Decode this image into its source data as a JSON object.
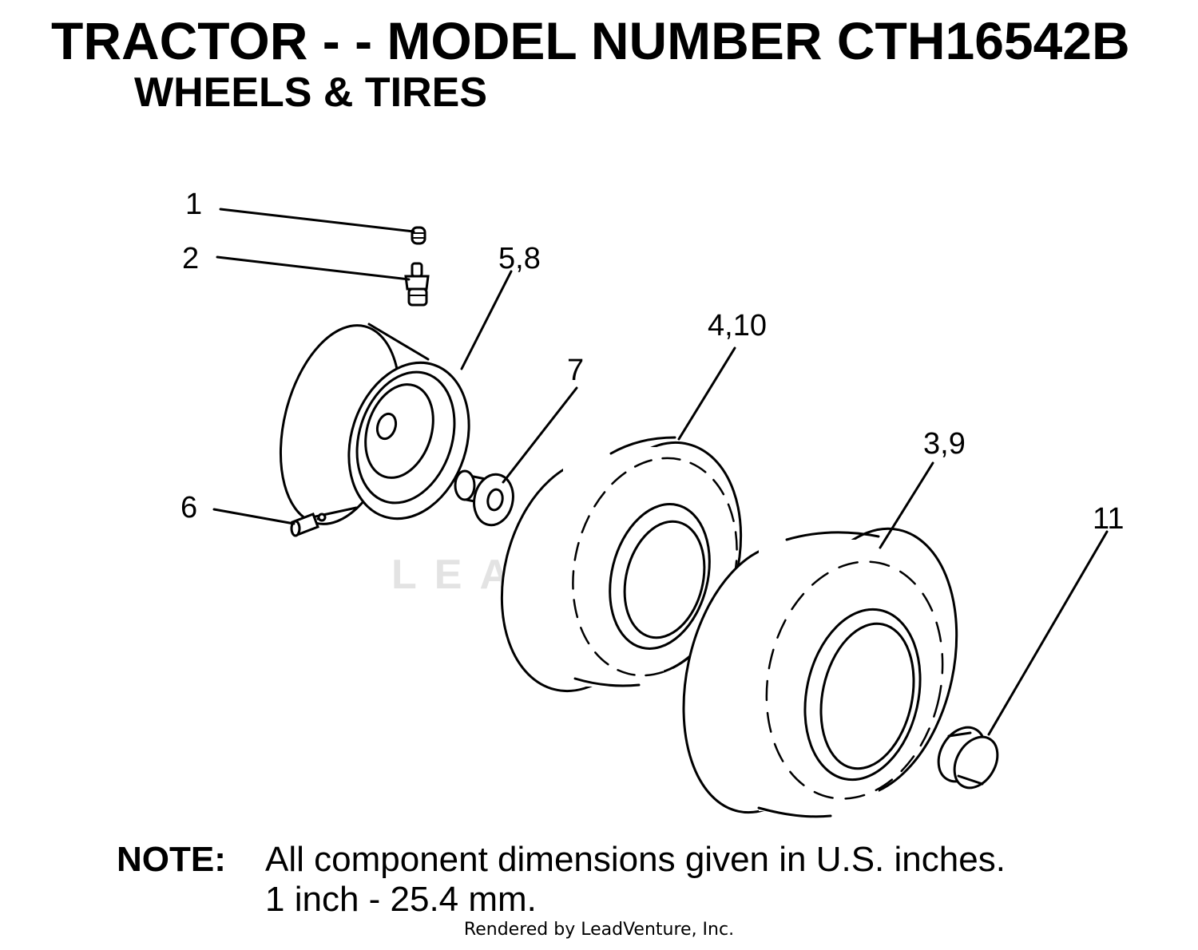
{
  "header": {
    "title": "TRACTOR - - MODEL NUMBER CTH16542B",
    "subtitle": "WHEELS & TIRES"
  },
  "callouts": [
    {
      "id": "c1",
      "label": "1"
    },
    {
      "id": "c2",
      "label": "2"
    },
    {
      "id": "c58",
      "label": "5,8"
    },
    {
      "id": "c7",
      "label": "7"
    },
    {
      "id": "c410",
      "label": "4,10"
    },
    {
      "id": "c39",
      "label": "3,9"
    },
    {
      "id": "c6",
      "label": "6"
    },
    {
      "id": "c11",
      "label": "11"
    }
  ],
  "note": {
    "label": "NOTE:",
    "line1": "All component dimensions given in U.S. inches.",
    "line2": "1 inch - 25.4 mm."
  },
  "watermark": "LEADVENTURE",
  "footer": "Rendered by LeadVenture, Inc."
}
